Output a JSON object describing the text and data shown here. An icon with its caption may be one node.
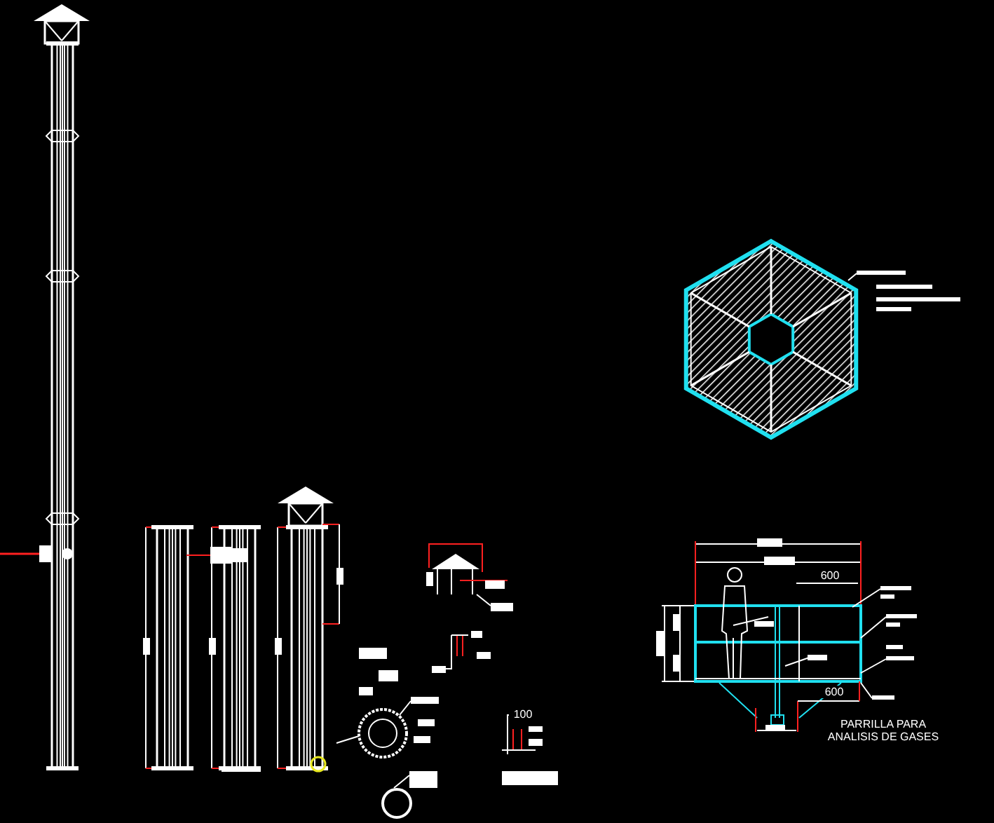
{
  "diagram": {
    "labels": [
      "600",
      "600",
      "100",
      "PARRILLA PARA ANALISIS DE GASES"
    ]
  }
}
